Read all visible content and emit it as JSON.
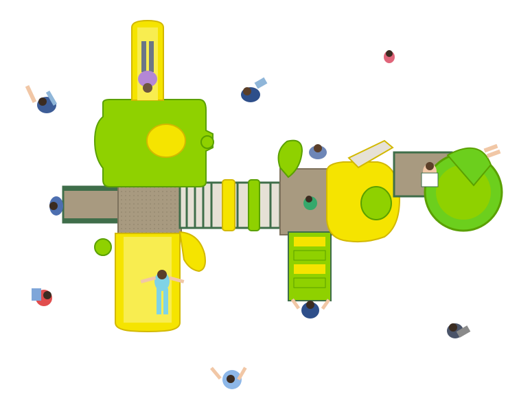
{
  "scene": {
    "description_visible_text": "",
    "colors": {
      "lime": "#8fd100",
      "lime_dark": "#5aa000",
      "yellow": "#f5e400",
      "yellow_dark": "#d2b800",
      "deck": "#a89a80",
      "deck_dark": "#7d715c",
      "frame": "#3f6e4a",
      "green_slide": "#6ccf1d",
      "skin": "#f1c7a6"
    },
    "figures": [
      {
        "name": "child-top-slide",
        "shirt": "#b487d6",
        "pants": "#6b7686"
      },
      {
        "name": "child-upper-left",
        "shirt": "#3d5d97",
        "pants": "#8fb6d9"
      },
      {
        "name": "child-upper-mid",
        "shirt": "#2e4f8a",
        "pants": "#8fb6d9"
      },
      {
        "name": "child-top-right",
        "shirt": "#e0657a",
        "pants": "#ffffff"
      },
      {
        "name": "child-left-ramp",
        "shirt": "#4d6fb0",
        "pants": "#ffffff"
      },
      {
        "name": "child-bottom-slide",
        "shirt": "#7fd3e6",
        "pants": "#7fd3e6"
      },
      {
        "name": "child-left-bottom",
        "shirt": "#e14d4d",
        "pants": "#7fa6d9"
      },
      {
        "name": "child-bottom",
        "shirt": "#8db7e8",
        "pants": "#2e4f8a"
      },
      {
        "name": "child-right-bottom",
        "shirt": "#4b5469",
        "pants": "#8a8a8a"
      },
      {
        "name": "child-deck-center",
        "shirt": "#35a86b",
        "pants": "#4b5469"
      },
      {
        "name": "child-deck-top",
        "shirt": "#6d86b7",
        "pants": "#4b5469"
      },
      {
        "name": "child-ladder",
        "shirt": "#2e4f8a",
        "pants": "#4b5469"
      },
      {
        "name": "child-right-slide",
        "shirt": "#f1c7a6",
        "pants": "#ffffff"
      }
    ]
  }
}
